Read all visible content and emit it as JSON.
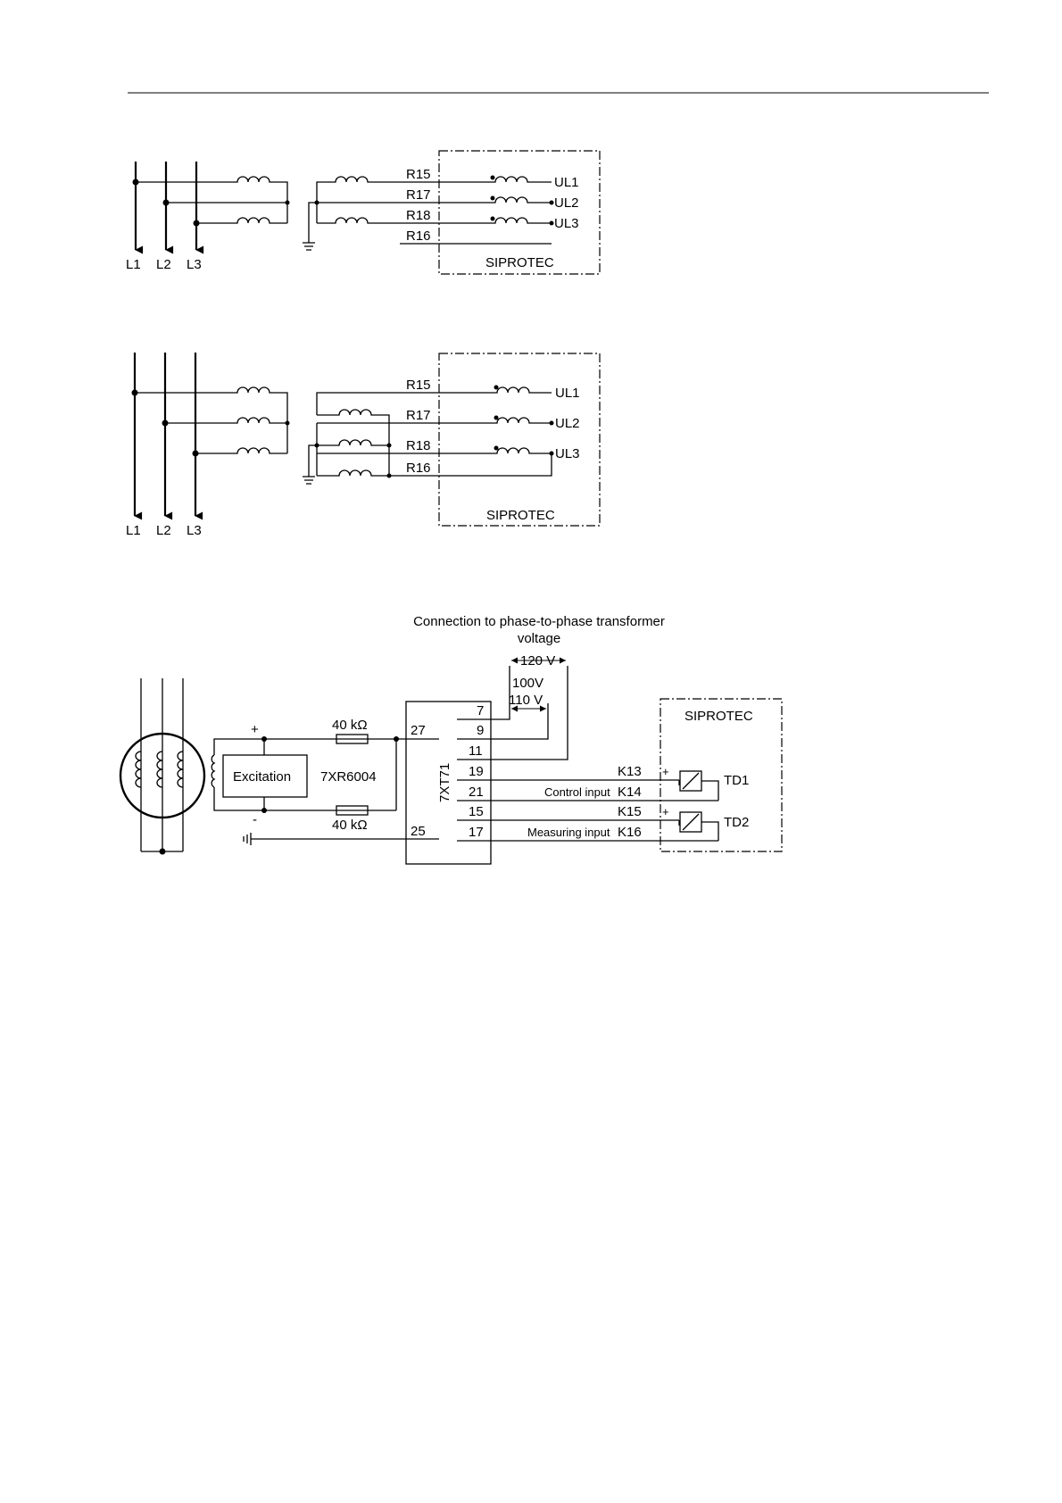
{
  "diagram1": {
    "phases": [
      "L1",
      "L2",
      "L3"
    ],
    "resistors": [
      "R15",
      "R17",
      "R18",
      "R16"
    ],
    "outputs": [
      "UL1",
      "UL2",
      "UL3"
    ],
    "device": "SIPROTEC"
  },
  "diagram2": {
    "phases": [
      "L1",
      "L2",
      "L3"
    ],
    "resistors": [
      "R15",
      "R17",
      "R18",
      "R16"
    ],
    "outputs": [
      "UL1",
      "UL2",
      "UL3"
    ],
    "device": "SIPROTEC"
  },
  "diagram3": {
    "caption_line1": "Connection to phase-to-phase transformer",
    "caption_line2": "voltage",
    "v120": "120 V",
    "v100": "100V",
    "v110": "110 V",
    "excitation": "Excitation",
    "unit": "7XR6004",
    "resistor_top": "40 kΩ",
    "resistor_bottom": "40 kΩ",
    "polarity_plus": "+",
    "polarity_minus": "-",
    "module": "7XT71",
    "term_left": [
      "27",
      "25"
    ],
    "term_right": [
      "7",
      "9",
      "11",
      "19",
      "21",
      "15",
      "17"
    ],
    "control_input": "Control input",
    "measuring_input": "Measuring input",
    "k_terms": [
      "K13",
      "K14",
      "K15",
      "K16"
    ],
    "plus_marks": [
      "+",
      "+"
    ],
    "td": [
      "TD1",
      "TD2"
    ],
    "device": "SIPROTEC"
  }
}
